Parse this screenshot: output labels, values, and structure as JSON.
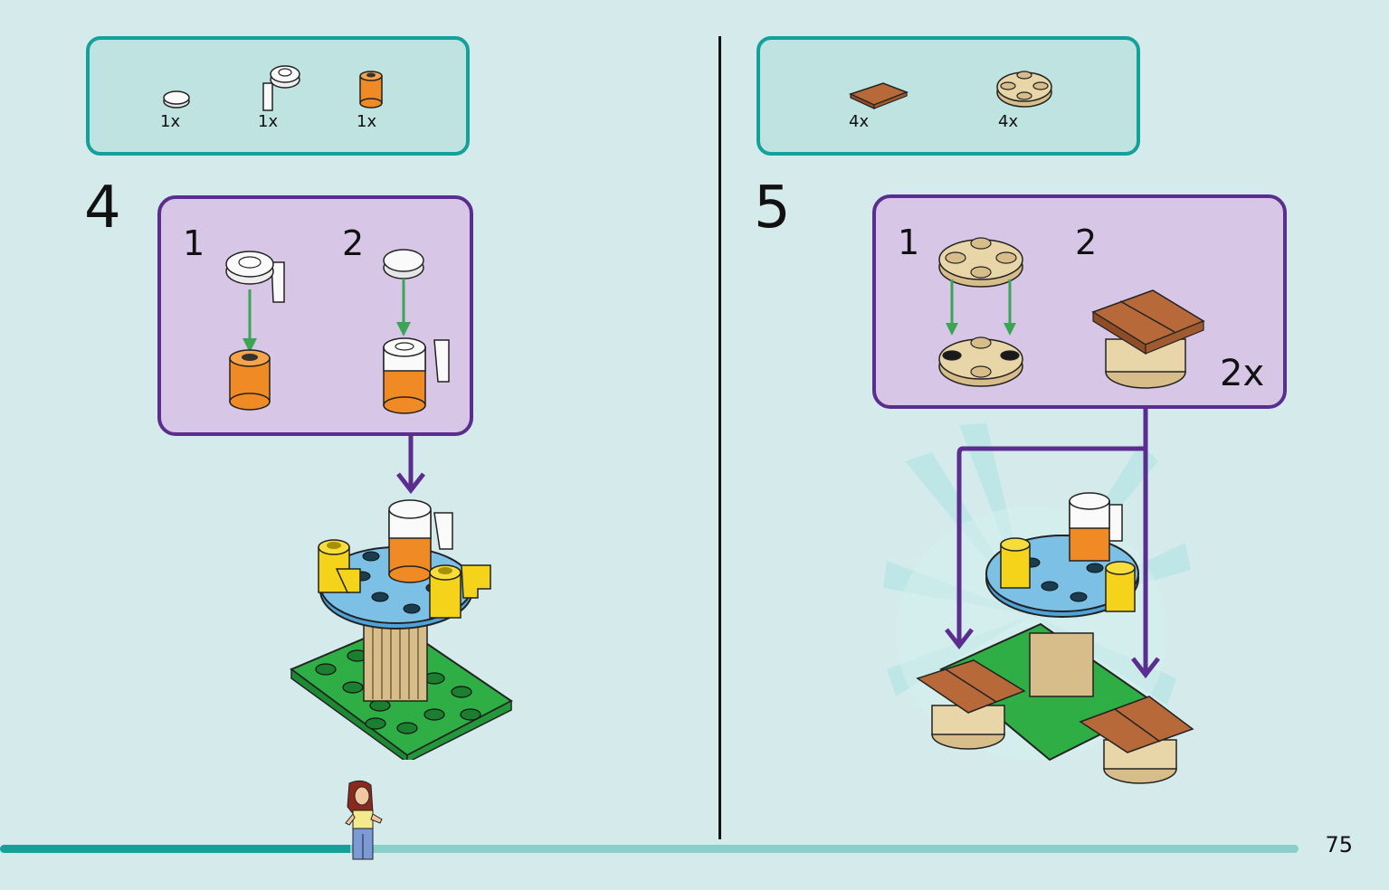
{
  "step4": {
    "number": "4",
    "parts": [
      {
        "icon": "white-round-tile-icon",
        "qty": "1x"
      },
      {
        "icon": "white-cup-icon",
        "qty": "1x"
      },
      {
        "icon": "orange-round-brick-icon",
        "qty": "1x"
      }
    ],
    "substeps": [
      {
        "number": "1",
        "icon": "cup-onto-orange-brick-icon"
      },
      {
        "number": "2",
        "icon": "tile-onto-cup-icon"
      }
    ],
    "result_icon": "drink-stand-model-icon"
  },
  "step5": {
    "number": "5",
    "parts": [
      {
        "icon": "brown-tile-icon",
        "qty": "4x"
      },
      {
        "icon": "tan-round-plate-icon",
        "qty": "4x"
      }
    ],
    "substeps": [
      {
        "number": "1",
        "icon": "stack-tan-plates-icon"
      },
      {
        "number": "2",
        "icon": "brown-tile-seat-icon"
      }
    ],
    "multiplier": "2x",
    "result_icon": "drink-stand-with-seats-icon"
  },
  "footer": {
    "page_number": "75",
    "progress_fraction": 0.27,
    "figure_icon": "minifigure-icon"
  },
  "colors": {
    "page_bg": "#d5ebeb",
    "parts_border": "#14a19a",
    "substep_border": "#5b2d8e",
    "substep_fill": "#d8c6e7",
    "arrow_green": "#3aa655",
    "arrow_purple": "#5b2d8e"
  }
}
